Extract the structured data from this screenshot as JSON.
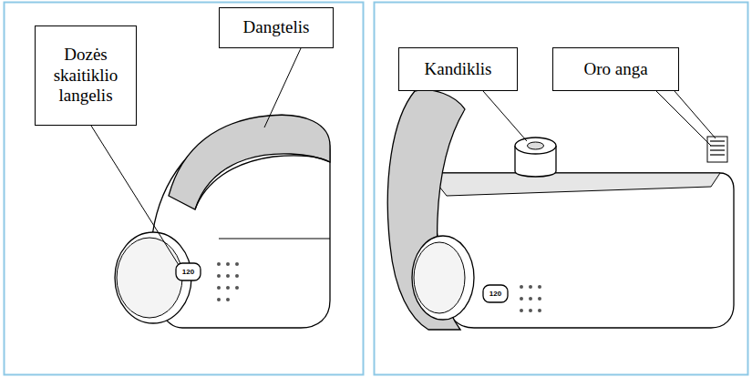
{
  "diagram": {
    "nodes": [
      {
        "text": [
          "Dozės skaitiklio langelis"
        ]
      },
      {
        "text": [
          "Dangtelis"
        ]
      },
      {
        "text": [
          "Kandiklis"
        ]
      },
      {
        "text": [
          "Oro anga"
        ]
      }
    ],
    "labels": [
      "120",
      "120"
    ]
  }
}
